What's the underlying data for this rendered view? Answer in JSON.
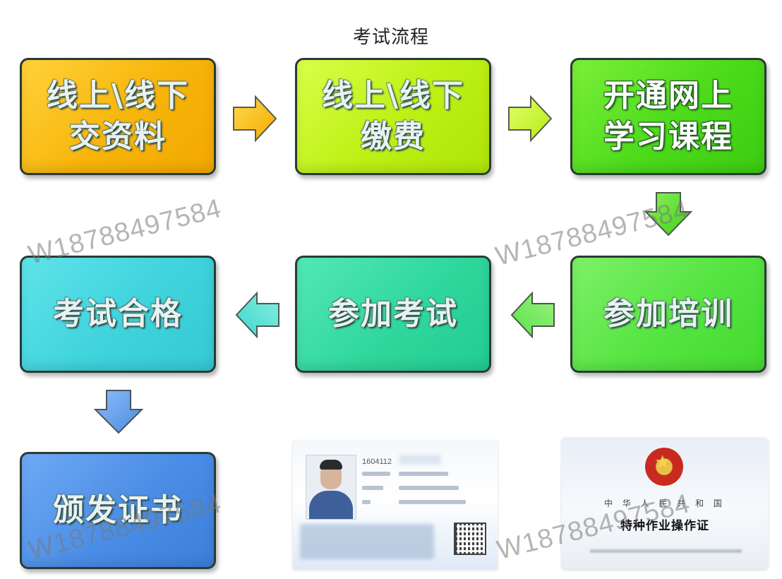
{
  "title": "考试流程",
  "steps": [
    {
      "lines": [
        "线上\\线下",
        "交资料"
      ]
    },
    {
      "lines": [
        "线上\\线下",
        "缴费"
      ]
    },
    {
      "lines": [
        "开通网上",
        "学习课程"
      ]
    },
    {
      "lines": [
        "参加培训"
      ]
    },
    {
      "lines": [
        "参加考试"
      ]
    },
    {
      "lines": [
        "考试合格"
      ]
    },
    {
      "lines": [
        "颁发证书"
      ]
    }
  ],
  "watermark": "W18788497584",
  "card1": {
    "number": "1604112"
  },
  "card2": {
    "country": "中 华 人 民 共 和 国",
    "title": "特种作业操作证"
  },
  "colors": {
    "step1": "#f7b409",
    "step2": "#bdf013",
    "step3": "#4cda1b",
    "step4": "#55e441",
    "step5": "#30d79d",
    "step6": "#3fd3dc",
    "step7": "#4a8de6"
  },
  "icons": [
    "arrow-right-icon",
    "arrow-down-icon",
    "arrow-left-icon",
    "national-emblem-icon",
    "qr-code-icon"
  ]
}
